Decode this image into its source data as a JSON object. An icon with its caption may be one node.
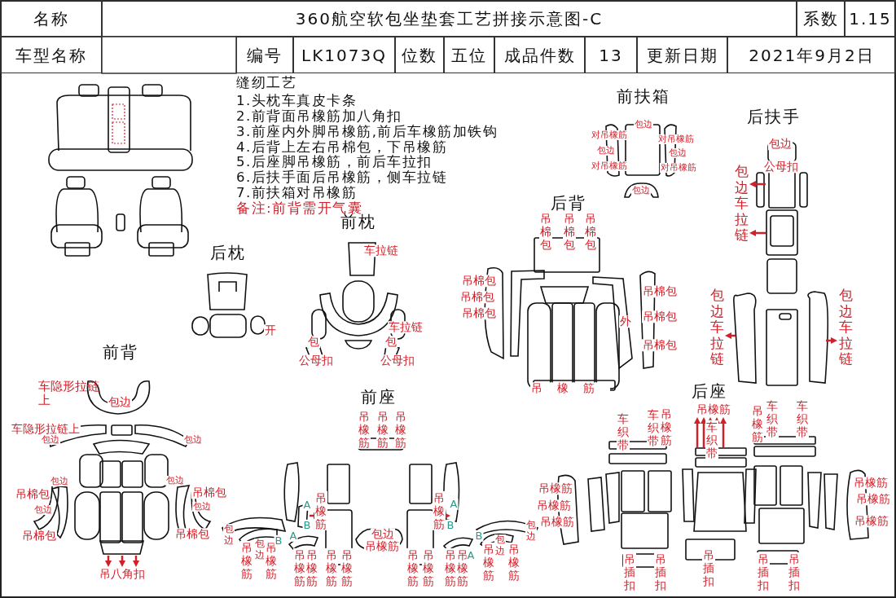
{
  "diagram": {
    "title": "360航空软包坐垫套工艺拼接示意图-C",
    "labels": [
      "名称",
      "系数",
      "1.15",
      "车型名称",
      "编号",
      "LK1073Q",
      "位数",
      "五位",
      "成品件数",
      "13",
      "更新日期",
      "2021年9月2日",
      "缝纫工艺",
      "1.头枕车真皮卡条",
      "2.前背面吊橡筋加八角扣",
      "3.前座内外脚吊橡筋,前后车橡筋加铁钩",
      "4.后背上左右吊棉包，下吊橡筋",
      "5.后座脚吊橡筋，前后车拉扣",
      "6.后扶手面后吊橡筋，侧车拉链",
      "7.前扶箱对吊橡筋",
      "备注:前背需开气囊",
      "前扶箱",
      "后扶手",
      "后背",
      "前枕",
      "后枕",
      "前背",
      "前座",
      "后座",
      "包边",
      "对吊橡筋",
      "包边",
      "对吊橡筋",
      "对吊橡筋",
      "包边",
      "对吊橡筋",
      "包边",
      "包边",
      "公母扣",
      "包边车拉链",
      "包边车拉链",
      "包边车拉链",
      "吊棉包",
      "吊棉包",
      "吊棉包",
      "吊棉包",
      "吊棉包",
      "吊棉包",
      "外",
      "吊棉包",
      "吊棉包",
      "吊棉包",
      "吊橡筋",
      "车拉链",
      "车拉链",
      "包",
      "包",
      "公母扣",
      "公母扣",
      "开",
      "车隐形拉链上",
      "包边",
      "车隐形拉链上",
      "包边",
      "包边",
      "包边",
      "吊棉包",
      "包边",
      "吊棉包",
      "包边",
      "吊棉包",
      "包边",
      "吊棉包",
      "吊八角扣",
      "吊橡筋",
      "吊橡筋",
      "吊橡筋",
      "A",
      "B",
      "吊橡筋",
      "包边",
      "吊橡筋",
      "包边",
      "吊橡筋",
      "B",
      "A",
      "吊橡筋",
      "吊橡筋",
      "吊橡筋",
      "吊橡筋",
      "包边",
      "吊橡筋",
      "吊橡筋",
      "吊橡筋",
      "吊橡筋",
      "A",
      "B",
      "吊橡筋",
      "吊橡筋",
      "A",
      "B",
      "吊橡筋",
      "包边",
      "吊橡筋",
      "包边",
      "吊橡筋",
      "吊橡筋",
      "吊橡筋",
      "车织带",
      "车织带",
      "吊橡筋",
      "吊橡筋",
      "车织带",
      "吊橡筋",
      "车织带",
      "车织带",
      "吊橡筋",
      "吊橡筋",
      "吊橡筋",
      "吊插扣",
      "吊插扣",
      "吊插扣",
      "吊插扣",
      "吊插扣"
    ]
  }
}
